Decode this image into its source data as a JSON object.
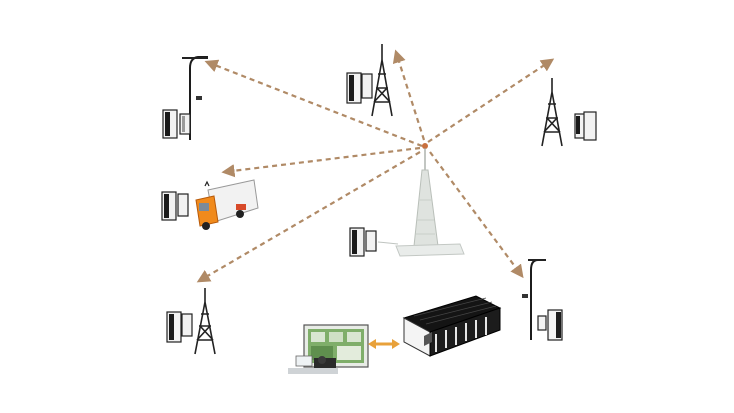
{
  "colors": {
    "background": "#ffffff",
    "link_line": "#b08a66",
    "link_arrow_to_hub": "#c9703e",
    "hub_mast": "#c8cfc8",
    "truck_cab": "#f08a1c",
    "truck_body": "#f2f2f2",
    "monitor_screen": "#7fae6a",
    "server_link_arrow": "#e8a13a",
    "station_roof": "#141414"
  },
  "diagram": {
    "hub": "central-communication-mast",
    "nodes": [
      "pole-station-top-left",
      "lattice-tower-top-center",
      "lattice-tower-top-right",
      "truck-station-left",
      "pole-station-bottom-right",
      "lattice-tower-bottom-left",
      "control-monitor-station-bottom",
      "hub-base-station-cabinet"
    ],
    "link_style": "dashed-arrow",
    "server_link": "double-headed-arrow"
  }
}
